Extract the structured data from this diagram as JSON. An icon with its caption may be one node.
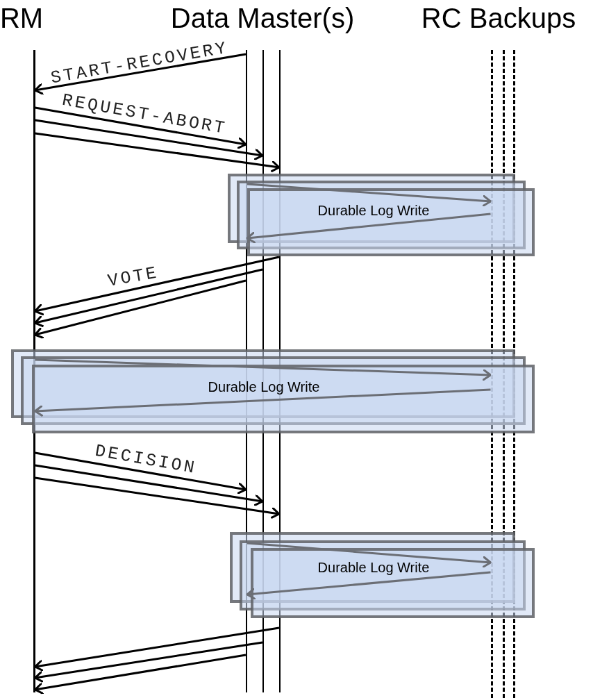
{
  "diagram": {
    "nodes": [
      {
        "text": [],
        "shape": "line"
      },
      {
        "text": [],
        "shape": "line"
      },
      {
        "text": [],
        "shape": "line"
      },
      {
        "text": [],
        "shape": "line"
      },
      {
        "text": [],
        "shape": "line"
      },
      {
        "text": [],
        "shape": "line"
      },
      {
        "text": [],
        "shape": "line"
      }
    ],
    "edges": [
      {
        "from": 1,
        "to": 0,
        "arrow": "to",
        "label": "START-RECOVERY"
      },
      {
        "from": 0,
        "to": 1,
        "arrow": "to",
        "label": "REQUEST-ABORT"
      },
      {
        "from": 0,
        "to": 2,
        "arrow": "to"
      },
      {
        "from": 0,
        "to": 3,
        "arrow": "to"
      },
      {
        "from": 1,
        "to": 4,
        "arrow": "to",
        "color": "#6b6e75"
      },
      {
        "from": 4,
        "to": 1,
        "arrow": "to",
        "color": "#6b6e75"
      },
      {
        "from": 3,
        "to": 0,
        "arrow": "to",
        "label": "VOTE"
      },
      {
        "from": 2,
        "to": 0,
        "arrow": "to"
      },
      {
        "from": 1,
        "to": 0,
        "arrow": "to"
      },
      {
        "from": 0,
        "to": 4,
        "arrow": "to",
        "color": "#6b6e75"
      },
      {
        "from": 4,
        "to": 0,
        "arrow": "to",
        "color": "#6b6e75"
      },
      {
        "from": 0,
        "to": 1,
        "arrow": "to",
        "label": "DECISION"
      },
      {
        "from": 0,
        "to": 2,
        "arrow": "to"
      },
      {
        "from": 0,
        "to": 3,
        "arrow": "to"
      },
      {
        "from": 1,
        "to": 4,
        "arrow": "to",
        "color": "#6b6e75"
      },
      {
        "from": 4,
        "to": 1,
        "arrow": "to",
        "color": "#6b6e75"
      },
      {
        "from": 3,
        "to": 0,
        "arrow": "to"
      },
      {
        "from": 2,
        "to": 0,
        "arrow": "to"
      },
      {
        "from": 1,
        "to": 0,
        "arrow": "to"
      }
    ],
    "labels": [
      "RM",
      "Data Master(s)",
      "RC Backups",
      "Durable Log Write",
      "Durable Log Write",
      "Durable Log Write"
    ]
  }
}
